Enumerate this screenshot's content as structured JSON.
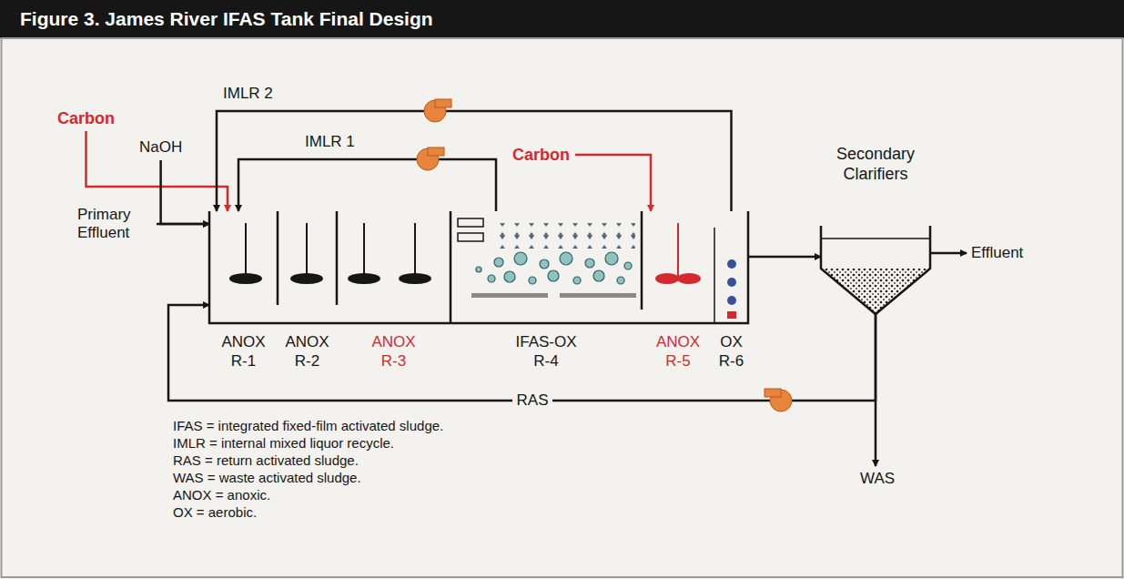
{
  "diagram": {
    "title": "Figure 3. James River IFAS Tank Final Design",
    "nodes": [
      {
        "text": [
          "Carbon"
        ]
      },
      {
        "text": [
          "NaOH"
        ]
      },
      {
        "text": [
          "Primary Effluent"
        ]
      },
      {
        "text": [
          "ANOX",
          "R-1"
        ]
      },
      {
        "text": [
          "ANOX",
          "R-2"
        ]
      },
      {
        "text": [
          "ANOX",
          "R-3"
        ]
      },
      {
        "text": [
          "IFAS-OX",
          "R-4"
        ]
      },
      {
        "text": [
          "ANOX",
          "R-5"
        ]
      },
      {
        "text": [
          "OX",
          "R-6"
        ]
      },
      {
        "text": [
          "Carbon"
        ]
      },
      {
        "text": [
          "Secondary Clarifiers"
        ]
      },
      {
        "text": [
          "Effluent"
        ]
      },
      {
        "text": [
          "WAS"
        ]
      }
    ],
    "edges": [
      {
        "from": 0,
        "to": 3,
        "arrow": "to"
      },
      {
        "from": 1,
        "to": 3,
        "arrow": "to"
      },
      {
        "from": 2,
        "to": 3,
        "arrow": "to"
      },
      {
        "from": 6,
        "to": 3,
        "label": "IMLR 1",
        "arrow": "to"
      },
      {
        "from": 8,
        "to": 3,
        "label": "IMLR 2",
        "arrow": "to"
      },
      {
        "from": 9,
        "to": 7,
        "arrow": "to"
      },
      {
        "from": 8,
        "to": 10,
        "arrow": "to"
      },
      {
        "from": 10,
        "to": 11,
        "arrow": "to"
      },
      {
        "from": 10,
        "to": 12,
        "arrow": "to"
      },
      {
        "from": 10,
        "to": 3,
        "label": "RAS",
        "arrow": "to"
      }
    ],
    "labels": [
      "IFAS = integrated fixed-film activated sludge.",
      "IMLR = internal mixed liquor recycle.",
      "RAS = return activated sludge.",
      "WAS = waste activated sludge.",
      "ANOX = anoxic.",
      "OX = aerobic."
    ]
  }
}
